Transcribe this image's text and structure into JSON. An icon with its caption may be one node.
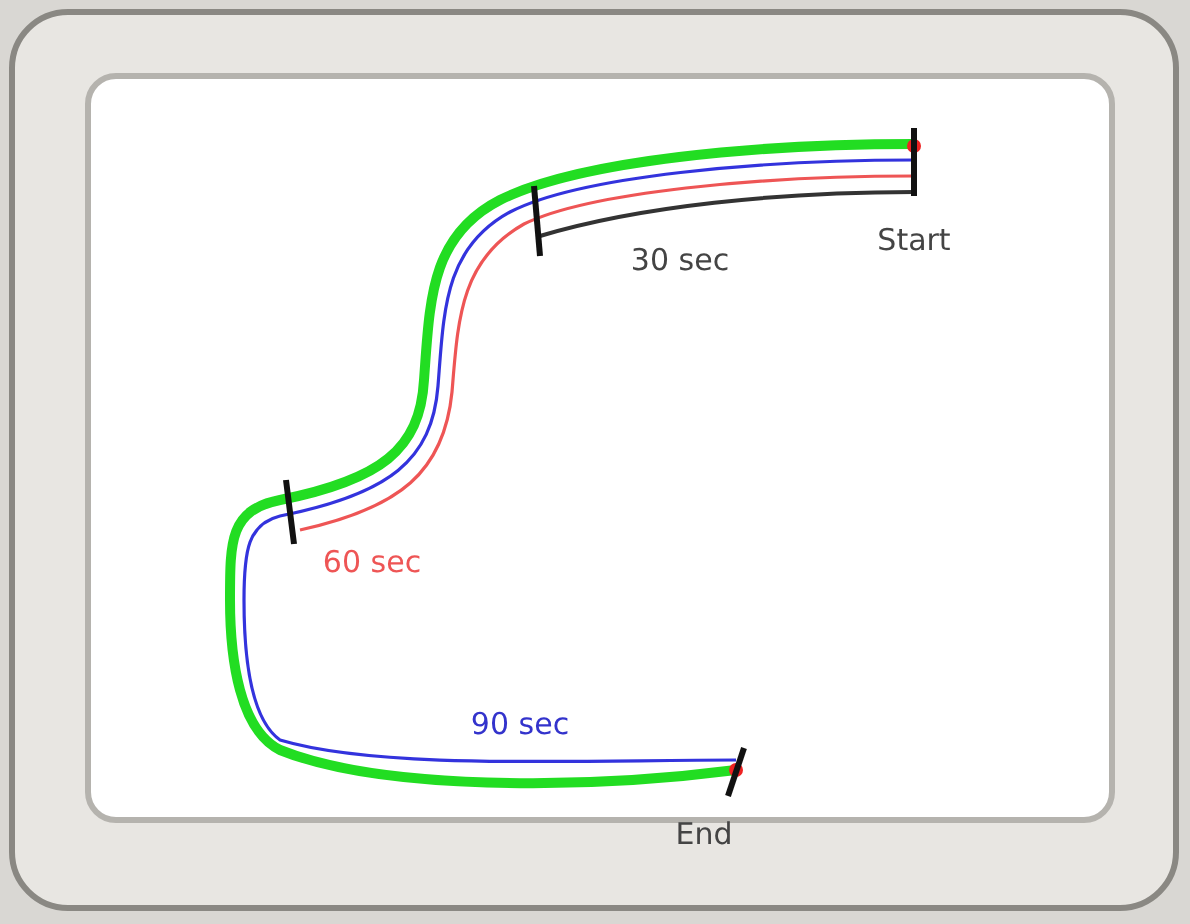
{
  "diagram": {
    "labels": [
      "Start",
      "30 sec",
      "60 sec",
      "90 sec",
      "End"
    ]
  }
}
